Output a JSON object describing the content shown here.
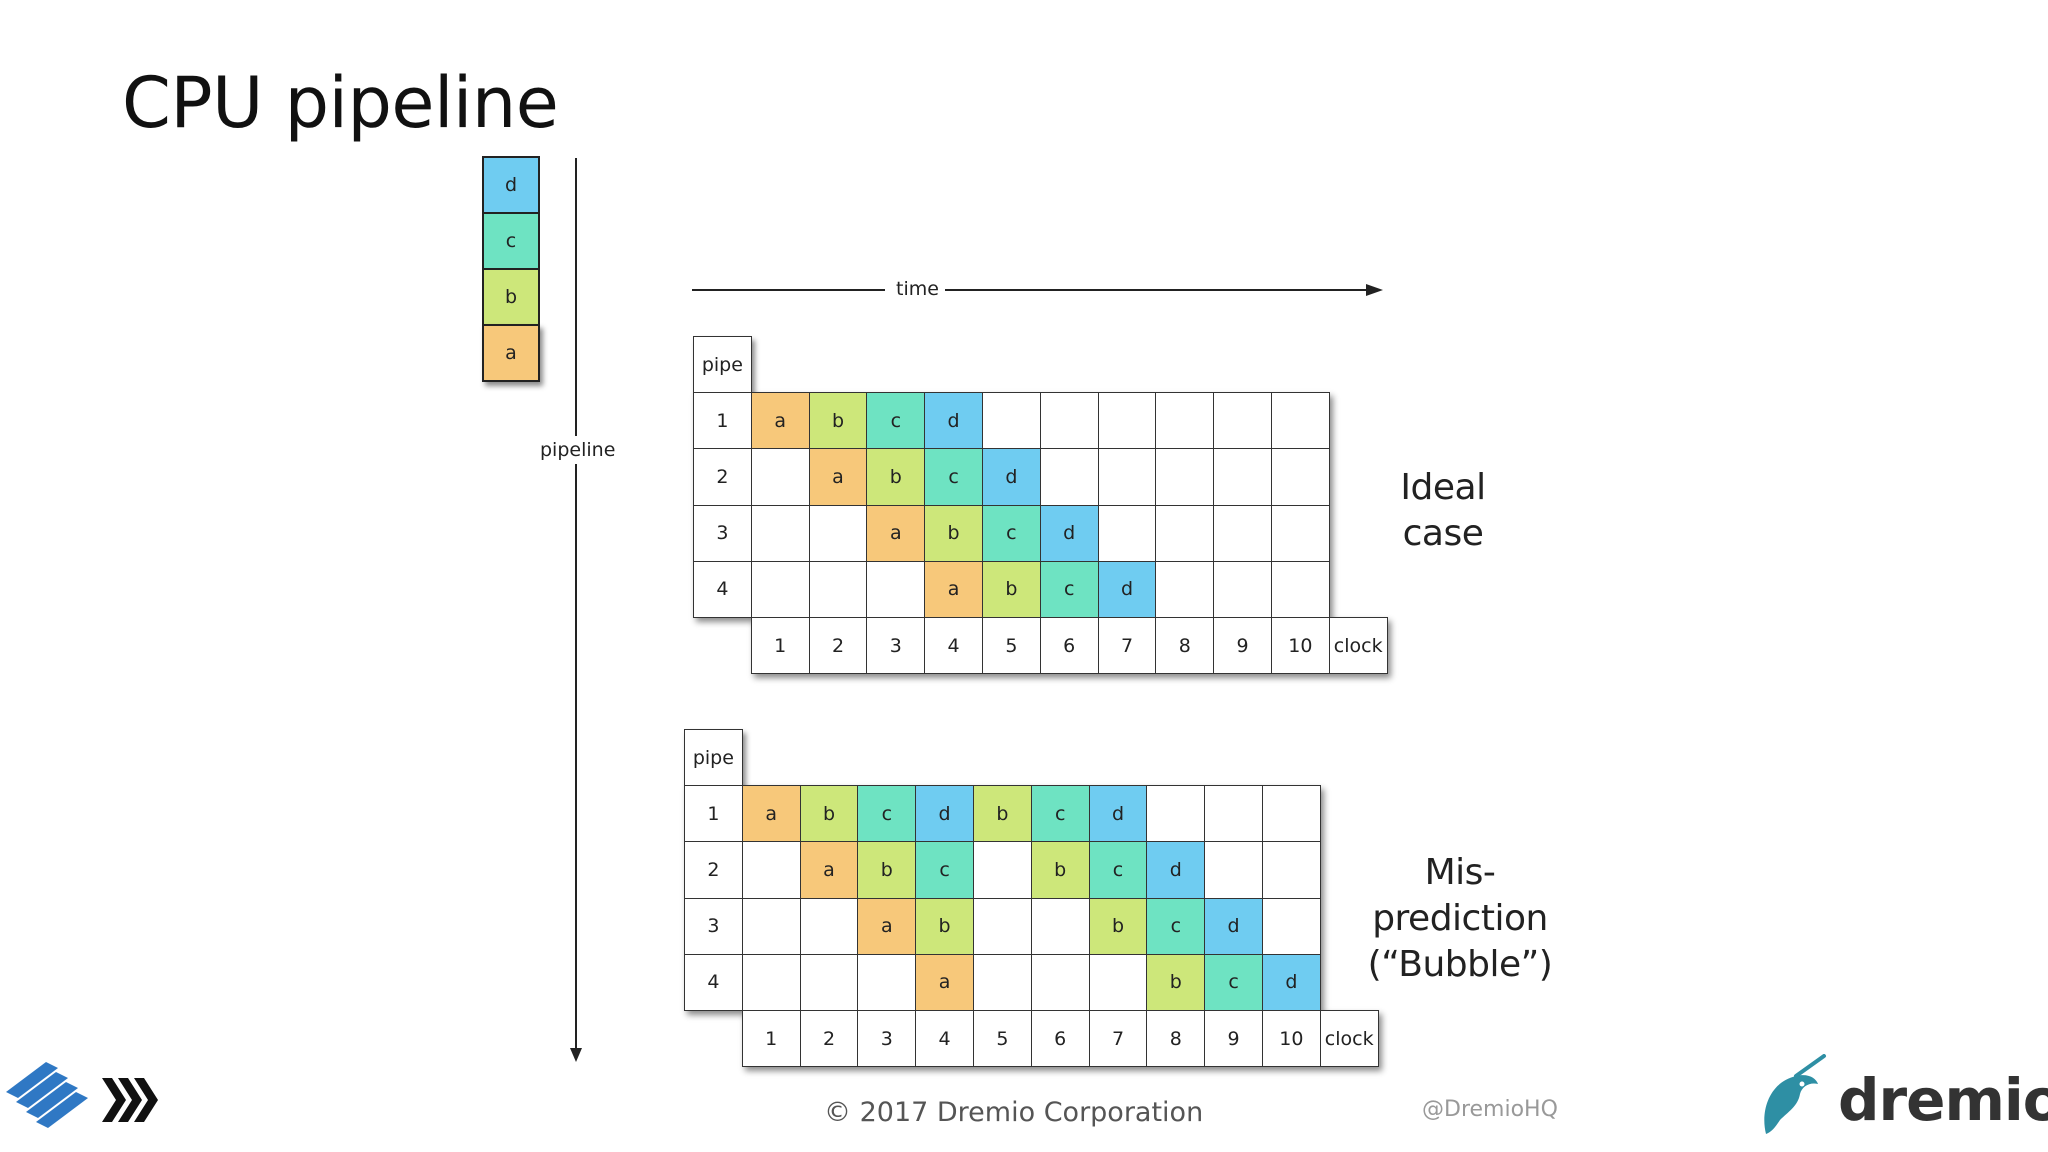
{
  "title": "CPU pipeline",
  "colors": {
    "a": "#f7c87a",
    "b": "#cde77a",
    "c": "#6ee3c2",
    "d": "#6fccf1"
  },
  "stack": [
    "d",
    "c",
    "b",
    "a"
  ],
  "axis": {
    "pipeline": "pipeline",
    "time": "time"
  },
  "diagrams": [
    {
      "id": "ideal",
      "corner": "pipe",
      "label": [
        "Ideal case"
      ],
      "rows": [
        {
          "pipe": "1",
          "cells": [
            "a",
            "b",
            "c",
            "d",
            "",
            "",
            "",
            "",
            "",
            ""
          ]
        },
        {
          "pipe": "2",
          "cells": [
            "",
            "a",
            "b",
            "c",
            "d",
            "",
            "",
            "",
            "",
            ""
          ]
        },
        {
          "pipe": "3",
          "cells": [
            "",
            "",
            "a",
            "b",
            "c",
            "d",
            "",
            "",
            "",
            ""
          ]
        },
        {
          "pipe": "4",
          "cells": [
            "",
            "",
            "",
            "a",
            "b",
            "c",
            "d",
            "",
            "",
            ""
          ]
        }
      ],
      "clock": [
        "1",
        "2",
        "3",
        "4",
        "5",
        "6",
        "7",
        "8",
        "9",
        "10"
      ],
      "clock_label": "clock"
    },
    {
      "id": "bubble",
      "corner": "pipe",
      "label": [
        "Mis-prediction",
        "(“Bubble”)"
      ],
      "rows": [
        {
          "pipe": "1",
          "cells": [
            "a",
            "b",
            "c",
            "d",
            "b",
            "c",
            "d",
            "",
            "",
            ""
          ]
        },
        {
          "pipe": "2",
          "cells": [
            "",
            "a",
            "b",
            "c",
            "",
            "b",
            "c",
            "d",
            "",
            ""
          ]
        },
        {
          "pipe": "3",
          "cells": [
            "",
            "",
            "a",
            "b",
            "",
            "",
            "b",
            "c",
            "d",
            ""
          ]
        },
        {
          "pipe": "4",
          "cells": [
            "",
            "",
            "",
            "a",
            "",
            "",
            "",
            "b",
            "c",
            "d"
          ]
        }
      ],
      "clock": [
        "1",
        "2",
        "3",
        "4",
        "5",
        "6",
        "7",
        "8",
        "9",
        "10"
      ],
      "clock_label": "clock"
    }
  ],
  "footer": {
    "copyright": "© 2017 Dremio Corporation",
    "handle": "@DremioHQ",
    "brand": "dremio"
  }
}
